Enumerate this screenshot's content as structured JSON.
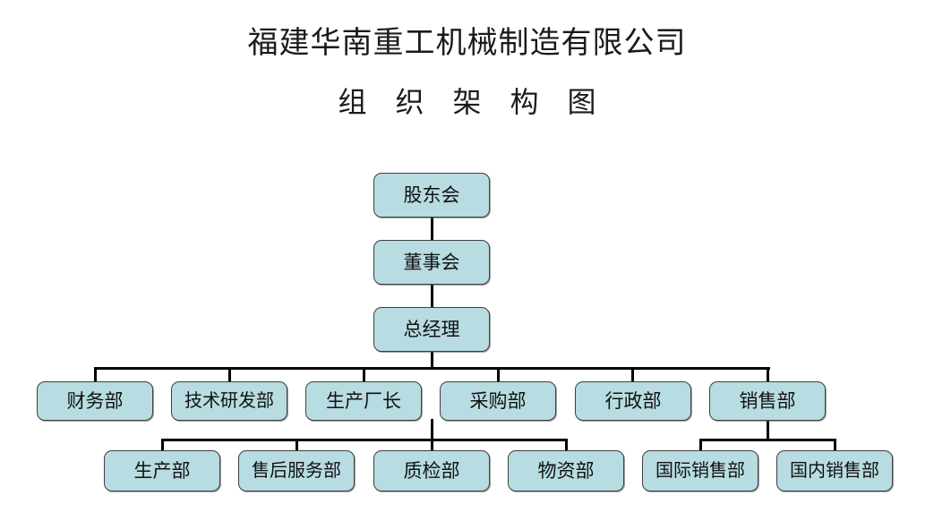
{
  "document": {
    "title_company": "福建华南重工机械制造有限公司",
    "title_subtitle": "组 织 架 构 图"
  },
  "theme": {
    "node_fill": "#b7dce1",
    "node_border": "#3f3f3f",
    "connector_color": "#000000",
    "page_background": "#ffffff",
    "text_color": "#121212"
  },
  "chart_data": {
    "type": "diagram",
    "diagram_kind": "organization-chart",
    "title": "福建华南重工机械制造有限公司 组 织 架 构 图",
    "orientation": "top-down",
    "levels": 5,
    "nodes": [
      {
        "id": "n1",
        "label": "股东会",
        "level": 1,
        "parent": null
      },
      {
        "id": "n2",
        "label": "董事会",
        "level": 2,
        "parent": "n1"
      },
      {
        "id": "n3",
        "label": "总经理",
        "level": 3,
        "parent": "n2"
      },
      {
        "id": "n4",
        "label": "财务部",
        "level": 4,
        "parent": "n3"
      },
      {
        "id": "n5",
        "label": "技术研发部",
        "level": 4,
        "parent": "n3"
      },
      {
        "id": "n6",
        "label": "生产厂长",
        "level": 4,
        "parent": "n3"
      },
      {
        "id": "n7",
        "label": "采购部",
        "level": 4,
        "parent": "n3"
      },
      {
        "id": "n8",
        "label": "行政部",
        "level": 4,
        "parent": "n3"
      },
      {
        "id": "n9",
        "label": "销售部",
        "level": 4,
        "parent": "n3"
      },
      {
        "id": "n10",
        "label": "生产部",
        "level": 5,
        "parent": "n6"
      },
      {
        "id": "n11",
        "label": "售后服务部",
        "level": 5,
        "parent": "n6"
      },
      {
        "id": "n12",
        "label": "质检部",
        "level": 5,
        "parent": "n6"
      },
      {
        "id": "n13",
        "label": "物资部",
        "level": 5,
        "parent": "n6"
      },
      {
        "id": "n14",
        "label": "国际销售部",
        "level": 5,
        "parent": "n9"
      },
      {
        "id": "n15",
        "label": "国内销售部",
        "level": 5,
        "parent": "n9"
      }
    ],
    "edges": [
      {
        "from": "n1",
        "to": "n2"
      },
      {
        "from": "n2",
        "to": "n3"
      },
      {
        "from": "n3",
        "to": "n4"
      },
      {
        "from": "n3",
        "to": "n5"
      },
      {
        "from": "n3",
        "to": "n6"
      },
      {
        "from": "n3",
        "to": "n7"
      },
      {
        "from": "n3",
        "to": "n8"
      },
      {
        "from": "n3",
        "to": "n9"
      },
      {
        "from": "n6",
        "to": "n10"
      },
      {
        "from": "n6",
        "to": "n11"
      },
      {
        "from": "n6",
        "to": "n12"
      },
      {
        "from": "n6",
        "to": "n13"
      },
      {
        "from": "n9",
        "to": "n14"
      },
      {
        "from": "n9",
        "to": "n15"
      }
    ]
  }
}
